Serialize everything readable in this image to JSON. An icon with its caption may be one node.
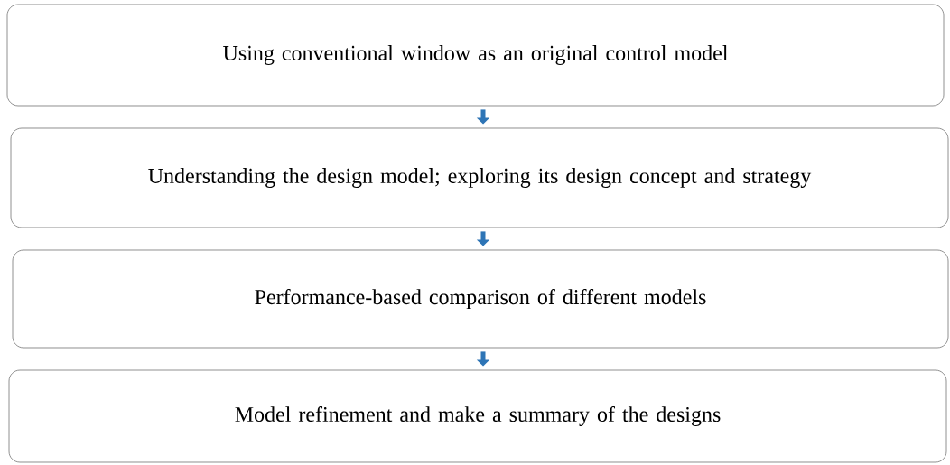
{
  "diagram": {
    "nodes": [
      {
        "text": [
          "Using conventional window as an original control model"
        ]
      },
      {
        "text": [
          "Understanding the design model; exploring its design concept and strategy"
        ]
      },
      {
        "text": [
          "Performance-based comparison of different models"
        ]
      },
      {
        "text": [
          "Model refinement and make a summary of the designs"
        ]
      }
    ],
    "edges": [
      {
        "from": 0,
        "to": 1,
        "arrow": "to"
      },
      {
        "from": 1,
        "to": 2,
        "arrow": "to"
      },
      {
        "from": 2,
        "to": 3,
        "arrow": "to"
      }
    ]
  }
}
